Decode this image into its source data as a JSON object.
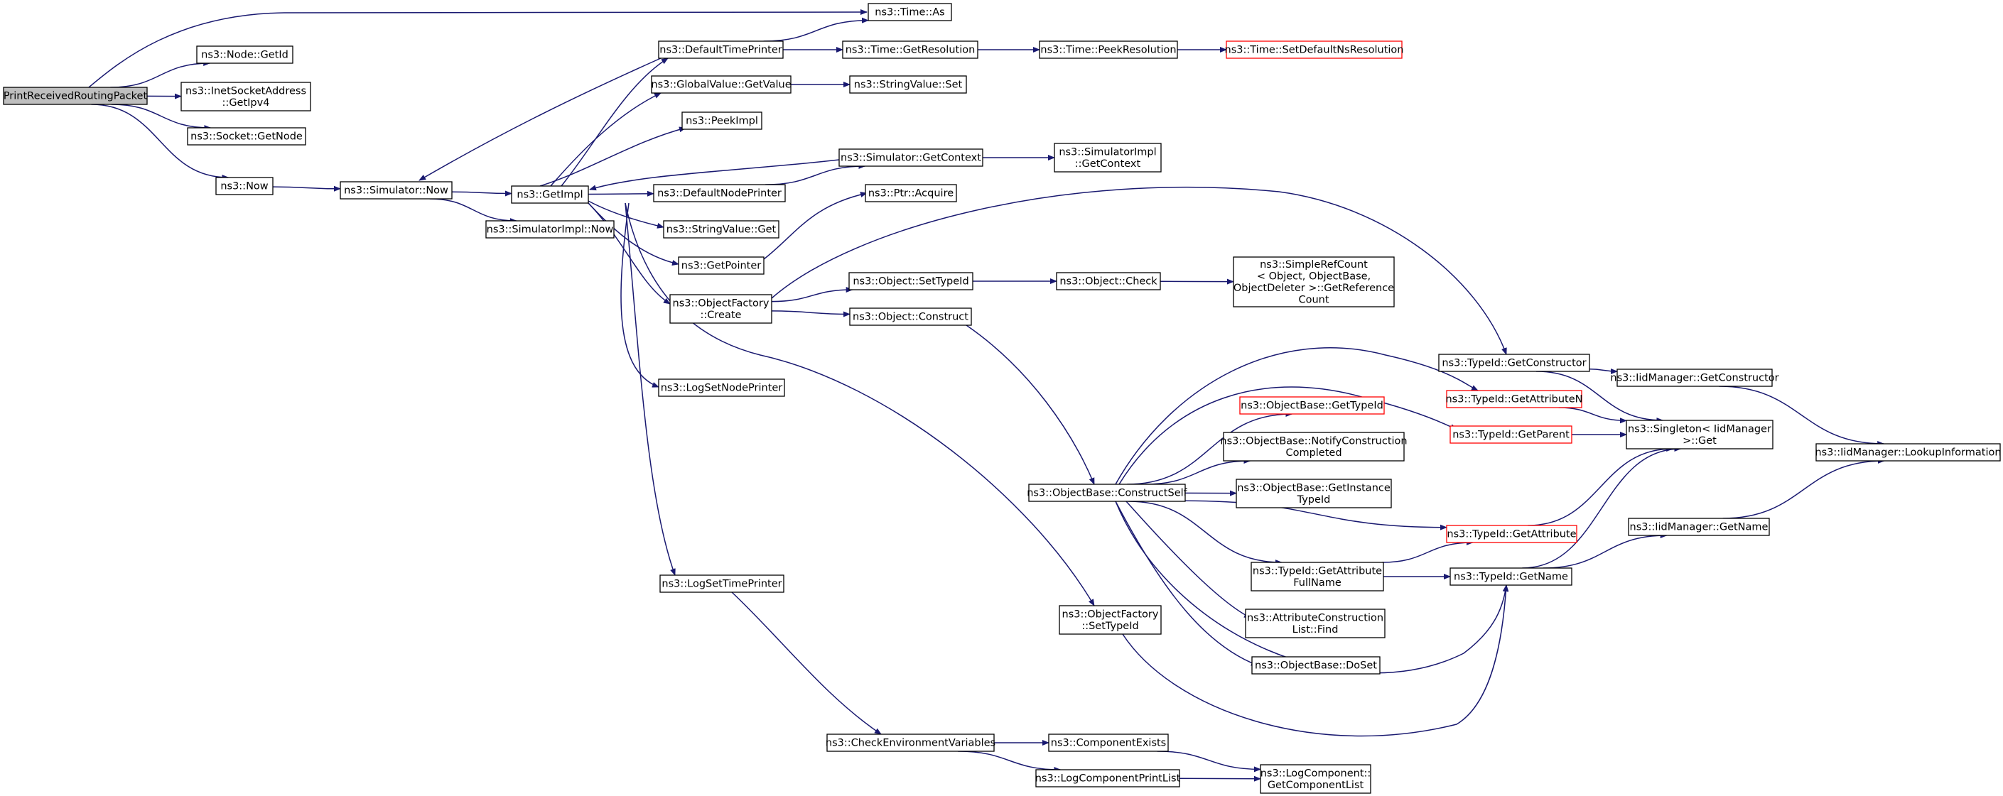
{
  "graph": {
    "root": "n_root",
    "colors": {
      "edge": "#191970",
      "truncated_border": "#ff0000",
      "root_fill": "#bfbfbf"
    },
    "nodes": [
      {
        "id": "n_root",
        "lines": [
          "PrintReceivedRoutingPacket"
        ]
      },
      {
        "id": "n_time_as",
        "lines": [
          "ns3::Time::As"
        ]
      },
      {
        "id": "n_node_getid",
        "lines": [
          "ns3::Node::GetId"
        ]
      },
      {
        "id": "n_inet_getipv4",
        "lines": [
          "ns3::InetSocketAddress",
          "::GetIpv4"
        ]
      },
      {
        "id": "n_socket_getnode",
        "lines": [
          "ns3::Socket::GetNode"
        ]
      },
      {
        "id": "n_now",
        "lines": [
          "ns3::Now"
        ]
      },
      {
        "id": "n_sim_now",
        "lines": [
          "ns3::Simulator::Now"
        ]
      },
      {
        "id": "n_getimpl",
        "lines": [
          "ns3::GetImpl"
        ]
      },
      {
        "id": "n_simimpl_now",
        "lines": [
          "ns3::SimulatorImpl::Now"
        ]
      },
      {
        "id": "n_default_time_printer",
        "lines": [
          "ns3::DefaultTimePrinter"
        ]
      },
      {
        "id": "n_gv_getvalue",
        "lines": [
          "ns3::GlobalValue::GetValue"
        ]
      },
      {
        "id": "n_peekimpl",
        "lines": [
          "ns3::PeekImpl"
        ]
      },
      {
        "id": "n_default_node_printer",
        "lines": [
          "ns3::DefaultNodePrinter"
        ]
      },
      {
        "id": "n_stringvalue_get",
        "lines": [
          "ns3::StringValue::Get"
        ]
      },
      {
        "id": "n_getpointer",
        "lines": [
          "ns3::GetPointer"
        ]
      },
      {
        "id": "n_of_create",
        "lines": [
          "ns3::ObjectFactory",
          "::Create"
        ]
      },
      {
        "id": "n_logsetnodeprinter",
        "lines": [
          "ns3::LogSetNodePrinter"
        ]
      },
      {
        "id": "n_logsettimeprinter",
        "lines": [
          "ns3::LogSetTimePrinter"
        ]
      },
      {
        "id": "n_time_getres",
        "lines": [
          "ns3::Time::GetResolution"
        ]
      },
      {
        "id": "n_time_peekres",
        "lines": [
          "ns3::Time::PeekResolution"
        ]
      },
      {
        "id": "n_time_setdefaultns",
        "lines": [
          "ns3::Time::SetDefaultNsResolution"
        ],
        "truncated": true
      },
      {
        "id": "n_stringvalue_set",
        "lines": [
          "ns3::StringValue::Set"
        ]
      },
      {
        "id": "n_sim_getcontext",
        "lines": [
          "ns3::Simulator::GetContext"
        ]
      },
      {
        "id": "n_simimpl_getcontext",
        "lines": [
          "ns3::SimulatorImpl",
          "::GetContext"
        ]
      },
      {
        "id": "n_ptr_acquire",
        "lines": [
          "ns3::Ptr::Acquire"
        ]
      },
      {
        "id": "n_obj_settypeid",
        "lines": [
          "ns3::Object::SetTypeId"
        ]
      },
      {
        "id": "n_obj_check",
        "lines": [
          "ns3::Object::Check"
        ]
      },
      {
        "id": "n_simplerefcount",
        "lines": [
          "ns3::SimpleRefCount",
          "< Object, ObjectBase,",
          "ObjectDeleter >::GetReference",
          "Count"
        ]
      },
      {
        "id": "n_obj_construct",
        "lines": [
          "ns3::Object::Construct"
        ]
      },
      {
        "id": "n_typeid_getctor",
        "lines": [
          "ns3::TypeId::GetConstructor"
        ]
      },
      {
        "id": "n_iidmgr_getctor",
        "lines": [
          "ns3::IidManager::GetConstructor"
        ]
      },
      {
        "id": "n_typeid_getattrn",
        "lines": [
          "ns3::TypeId::GetAttributeN"
        ],
        "truncated": true
      },
      {
        "id": "n_singleton_get",
        "lines": [
          "ns3::Singleton< IidManager",
          " >::Get"
        ]
      },
      {
        "id": "n_iidmgr_lookup",
        "lines": [
          "ns3::IidManager::LookupInformation"
        ]
      },
      {
        "id": "n_typeid_getparent",
        "lines": [
          "ns3::TypeId::GetParent"
        ],
        "truncated": true
      },
      {
        "id": "n_ob_gettypeid",
        "lines": [
          "ns3::ObjectBase::GetTypeId"
        ],
        "truncated": true
      },
      {
        "id": "n_ob_notify",
        "lines": [
          "ns3::ObjectBase::NotifyConstruction",
          "Completed"
        ]
      },
      {
        "id": "n_ob_constructself",
        "lines": [
          "ns3::ObjectBase::ConstructSelf"
        ]
      },
      {
        "id": "n_ob_getinstance",
        "lines": [
          "ns3::ObjectBase::GetInstance",
          "TypeId"
        ]
      },
      {
        "id": "n_typeid_getattr",
        "lines": [
          "ns3::TypeId::GetAttribute"
        ],
        "truncated": true
      },
      {
        "id": "n_iidmgr_getname",
        "lines": [
          "ns3::IidManager::GetName"
        ]
      },
      {
        "id": "n_typeid_getattrfull",
        "lines": [
          "ns3::TypeId::GetAttribute",
          "FullName"
        ]
      },
      {
        "id": "n_typeid_getname",
        "lines": [
          "ns3::TypeId::GetName"
        ]
      },
      {
        "id": "n_of_settypeid",
        "lines": [
          "ns3::ObjectFactory",
          "::SetTypeId"
        ]
      },
      {
        "id": "n_acl_find",
        "lines": [
          "ns3::AttributeConstruction",
          "List::Find"
        ]
      },
      {
        "id": "n_ob_doset",
        "lines": [
          "ns3::ObjectBase::DoSet"
        ]
      },
      {
        "id": "n_checkenv",
        "lines": [
          "ns3::CheckEnvironmentVariables"
        ]
      },
      {
        "id": "n_compexists",
        "lines": [
          "ns3::ComponentExists"
        ]
      },
      {
        "id": "n_logcompprint",
        "lines": [
          "ns3::LogComponentPrintList"
        ]
      },
      {
        "id": "n_logcomp_getlist",
        "lines": [
          "ns3::LogComponent::",
          "GetComponentList"
        ]
      }
    ],
    "edges": [
      [
        "n_root",
        "n_time_as"
      ],
      [
        "n_root",
        "n_node_getid"
      ],
      [
        "n_root",
        "n_inet_getipv4"
      ],
      [
        "n_root",
        "n_socket_getnode"
      ],
      [
        "n_root",
        "n_now"
      ],
      [
        "n_now",
        "n_sim_now"
      ],
      [
        "n_sim_now",
        "n_getimpl"
      ],
      [
        "n_sim_now",
        "n_simimpl_now"
      ],
      [
        "n_getimpl",
        "n_default_time_printer"
      ],
      [
        "n_getimpl",
        "n_gv_getvalue"
      ],
      [
        "n_getimpl",
        "n_peekimpl"
      ],
      [
        "n_getimpl",
        "n_default_node_printer"
      ],
      [
        "n_getimpl",
        "n_stringvalue_get"
      ],
      [
        "n_getimpl",
        "n_getpointer"
      ],
      [
        "n_getimpl",
        "n_of_create"
      ],
      [
        "n_getimpl",
        "n_logsetnodeprinter"
      ],
      [
        "n_getimpl",
        "n_logsettimeprinter"
      ],
      [
        "n_getimpl",
        "n_of_settypeid"
      ],
      [
        "n_default_time_printer",
        "n_sim_now"
      ],
      [
        "n_default_time_printer",
        "n_time_as"
      ],
      [
        "n_default_time_printer",
        "n_time_getres"
      ],
      [
        "n_time_getres",
        "n_time_peekres"
      ],
      [
        "n_time_peekres",
        "n_time_setdefaultns"
      ],
      [
        "n_gv_getvalue",
        "n_stringvalue_set"
      ],
      [
        "n_default_node_printer",
        "n_sim_getcontext"
      ],
      [
        "n_sim_getcontext",
        "n_getimpl"
      ],
      [
        "n_sim_getcontext",
        "n_simimpl_getcontext"
      ],
      [
        "n_getpointer",
        "n_ptr_acquire"
      ],
      [
        "n_of_create",
        "n_obj_settypeid"
      ],
      [
        "n_of_create",
        "n_obj_construct"
      ],
      [
        "n_of_create",
        "n_typeid_getctor"
      ],
      [
        "n_obj_settypeid",
        "n_obj_check"
      ],
      [
        "n_obj_check",
        "n_simplerefcount"
      ],
      [
        "n_obj_construct",
        "n_ob_constructself"
      ],
      [
        "n_typeid_getctor",
        "n_iidmgr_getctor"
      ],
      [
        "n_typeid_getctor",
        "n_singleton_get"
      ],
      [
        "n_iidmgr_getctor",
        "n_iidmgr_lookup"
      ],
      [
        "n_typeid_getattrn",
        "n_singleton_get"
      ],
      [
        "n_typeid_getparent",
        "n_singleton_get"
      ],
      [
        "n_ob_constructself",
        "n_typeid_getattrn"
      ],
      [
        "n_ob_constructself",
        "n_typeid_getparent"
      ],
      [
        "n_ob_constructself",
        "n_ob_gettypeid"
      ],
      [
        "n_ob_constructself",
        "n_ob_notify"
      ],
      [
        "n_ob_constructself",
        "n_ob_getinstance"
      ],
      [
        "n_ob_constructself",
        "n_typeid_getattr"
      ],
      [
        "n_ob_constructself",
        "n_typeid_getattrfull"
      ],
      [
        "n_ob_constructself",
        "n_acl_find"
      ],
      [
        "n_ob_constructself",
        "n_ob_doset"
      ],
      [
        "n_ob_constructself",
        "n_typeid_getname"
      ],
      [
        "n_typeid_getattr",
        "n_singleton_get"
      ],
      [
        "n_typeid_getattrfull",
        "n_typeid_getattr"
      ],
      [
        "n_typeid_getattrfull",
        "n_typeid_getname"
      ],
      [
        "n_typeid_getname",
        "n_iidmgr_getname"
      ],
      [
        "n_typeid_getname",
        "n_singleton_get"
      ],
      [
        "n_iidmgr_getname",
        "n_iidmgr_lookup"
      ],
      [
        "n_of_settypeid",
        "n_typeid_getname"
      ],
      [
        "n_logsettimeprinter",
        "n_checkenv"
      ],
      [
        "n_checkenv",
        "n_compexists"
      ],
      [
        "n_checkenv",
        "n_logcompprint"
      ],
      [
        "n_compexists",
        "n_logcomp_getlist"
      ],
      [
        "n_logcompprint",
        "n_logcomp_getlist"
      ]
    ]
  }
}
